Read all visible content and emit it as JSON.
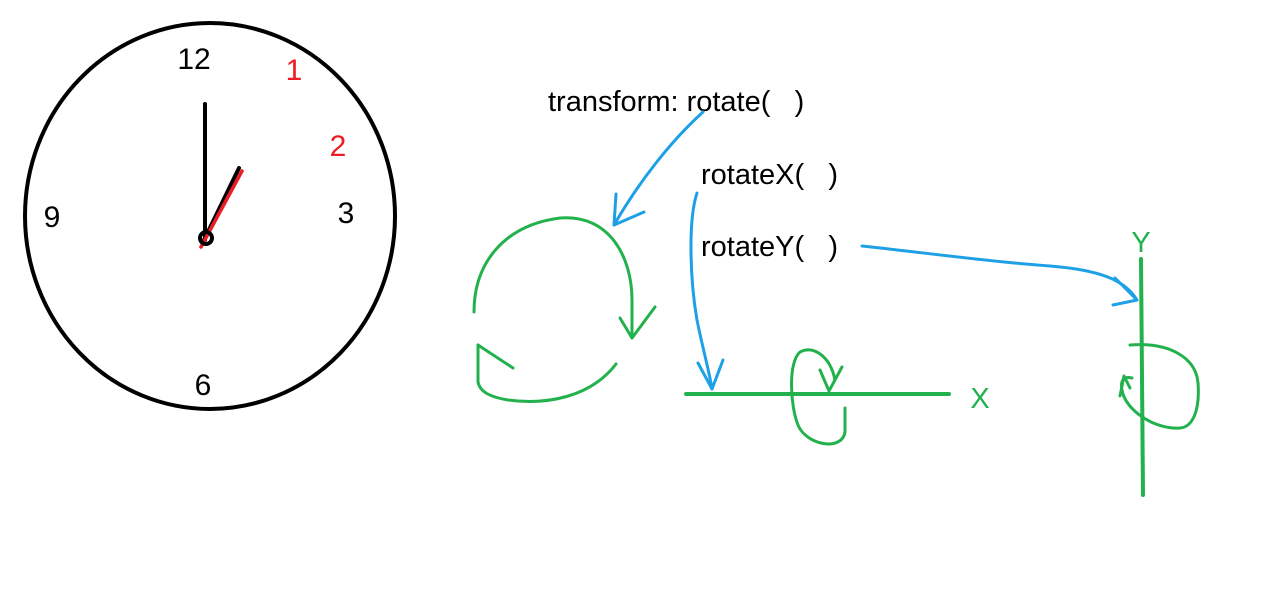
{
  "clock": {
    "numbers": {
      "twelve": "12",
      "three": "3",
      "six": "6",
      "nine": "9"
    },
    "highlight_numbers": {
      "one": "1",
      "two": "2"
    }
  },
  "code": {
    "rotate": "transform: rotate(   )",
    "rotate_x": "rotateX(   )",
    "rotate_y": "rotateY(   )"
  },
  "axes": {
    "x_label": "X",
    "y_label": "Y"
  },
  "colors": {
    "outline": "#000000",
    "highlight": "#ed1c24",
    "arrow": "#1ea0e6",
    "rotation": "#22b14c"
  }
}
